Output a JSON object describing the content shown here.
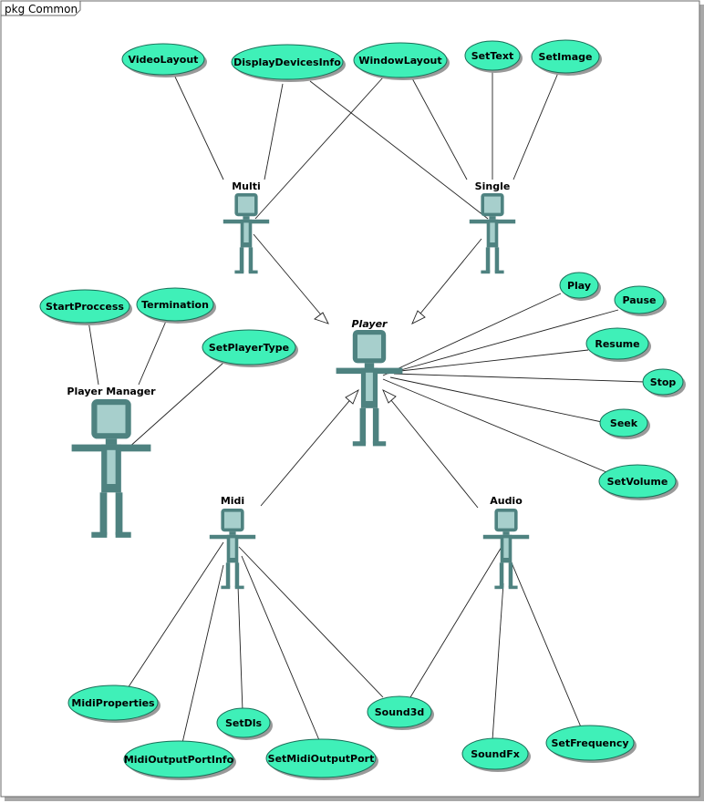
{
  "package": {
    "label": "pkg Common"
  },
  "actors": {
    "player": {
      "label": "Player",
      "italic": true
    },
    "multi": {
      "label": "Multi"
    },
    "single": {
      "label": "Single"
    },
    "player_manager": {
      "label": "Player Manager"
    },
    "midi": {
      "label": "Midi"
    },
    "audio": {
      "label": "Audio"
    }
  },
  "use_cases": {
    "video_layout": "VideoLayout",
    "display_devices_info": "DisplayDevicesInfo",
    "window_layout": "WindowLayout",
    "set_text": "SetText",
    "set_image": "SetImage",
    "start_proccess": "StartProccess",
    "termination": "Termination",
    "set_player_type": "SetPlayerType",
    "play": "Play",
    "pause": "Pause",
    "resume": "Resume",
    "stop": "Stop",
    "seek": "Seek",
    "set_volume": "SetVolume",
    "midi_properties": "MidiProperties",
    "set_dls": "SetDls",
    "midi_output_port_info": "MidiOutputPortInfo",
    "set_midi_output_port": "SetMidiOutputPort",
    "sound3d": "Sound3d",
    "sound_fx": "SoundFx",
    "set_frequency": "SetFrequency"
  },
  "colors": {
    "use_case_fill": "#3ff0b8",
    "actor_dark": "#4e8280",
    "actor_light": "#a7cfcc"
  }
}
